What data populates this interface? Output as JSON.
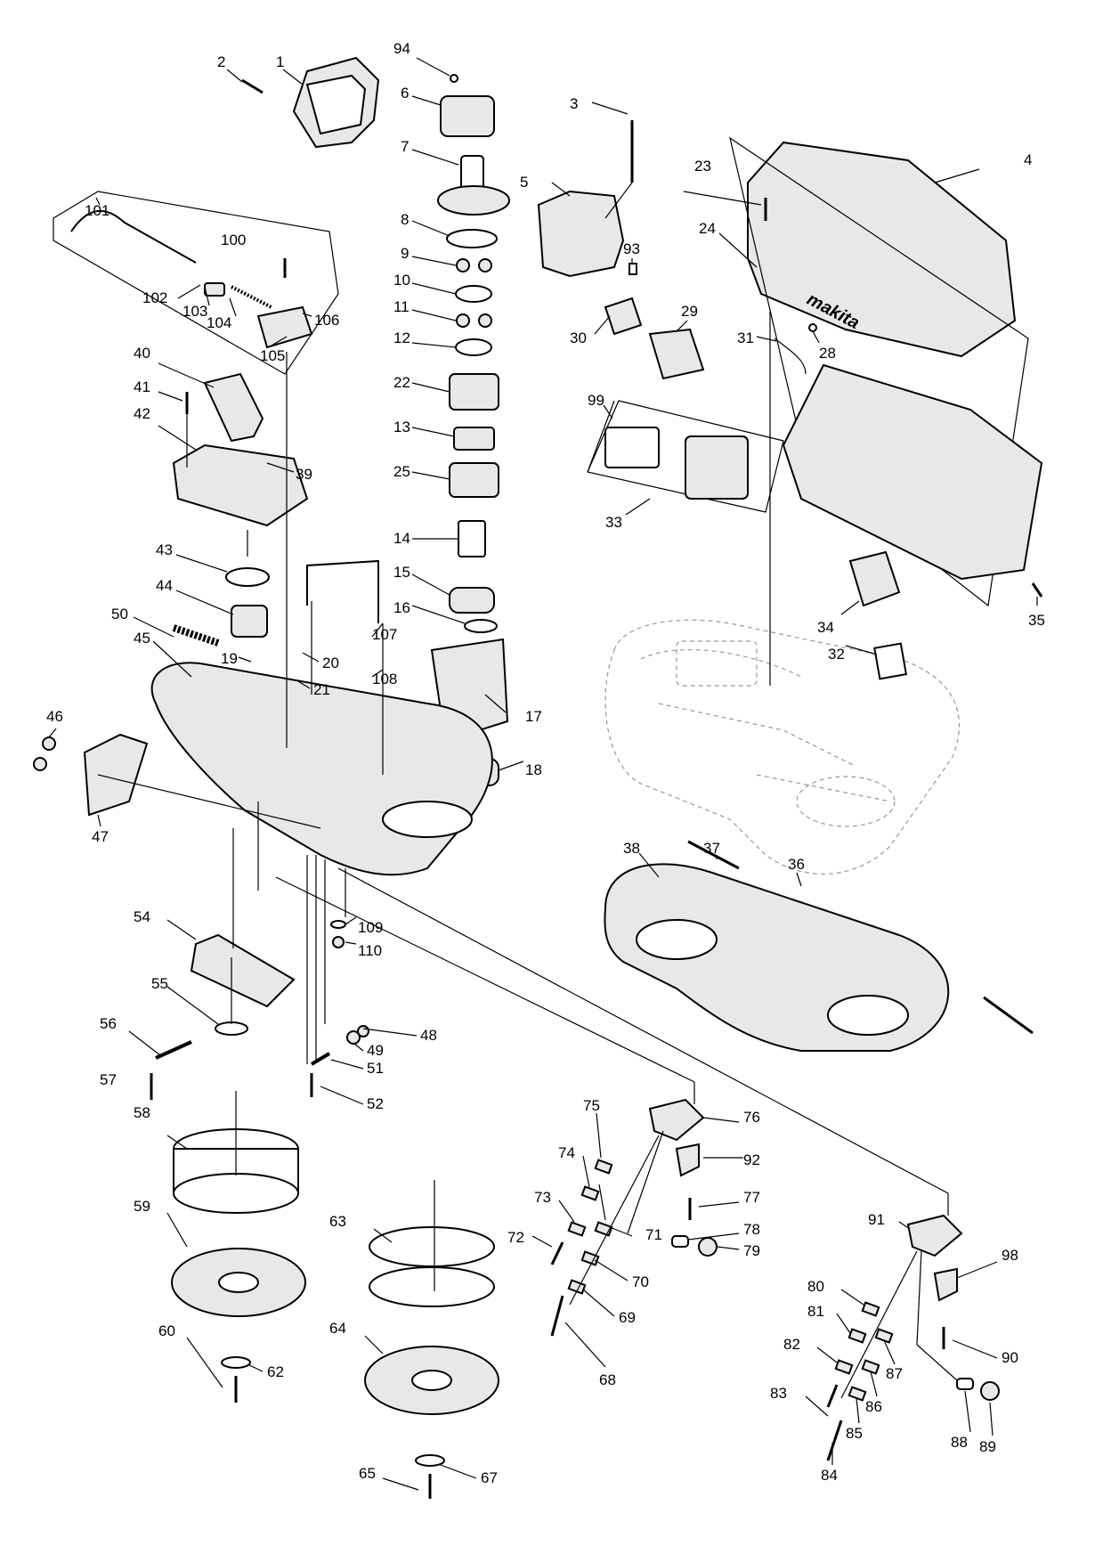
{
  "brand_mark": "makita",
  "labels": [
    "1",
    "2",
    "3",
    "4",
    "5",
    "6",
    "7",
    "8",
    "9",
    "10",
    "11",
    "12",
    "13",
    "14",
    "15",
    "16",
    "17",
    "18",
    "19",
    "20",
    "21",
    "22",
    "23",
    "24",
    "25",
    "28",
    "29",
    "30",
    "31",
    "32",
    "33",
    "34",
    "35",
    "36",
    "37",
    "38",
    "39",
    "40",
    "41",
    "42",
    "43",
    "44",
    "45",
    "46",
    "47",
    "48",
    "49",
    "50",
    "51",
    "52",
    "54",
    "55",
    "56",
    "57",
    "58",
    "59",
    "60",
    "62",
    "63",
    "64",
    "65",
    "67",
    "68",
    "69",
    "70",
    "71",
    "72",
    "73",
    "74",
    "75",
    "76",
    "77",
    "78",
    "79",
    "80",
    "81",
    "82",
    "83",
    "84",
    "85",
    "86",
    "87",
    "88",
    "89",
    "90",
    "91",
    "92",
    "93",
    "94",
    "98",
    "99",
    "100",
    "101",
    "102",
    "103",
    "104",
    "105",
    "106",
    "107",
    "108",
    "109",
    "110"
  ]
}
